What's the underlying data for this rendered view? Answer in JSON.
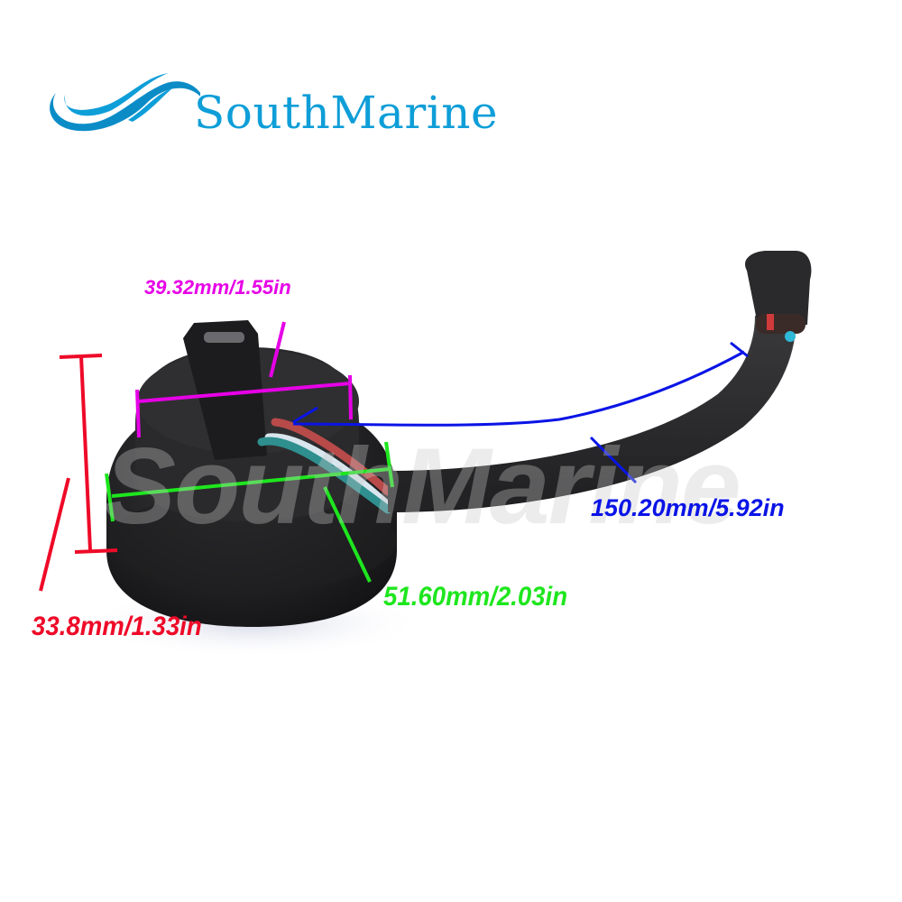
{
  "brand": {
    "name": "SouthMarine",
    "color": "#0e9ed8",
    "logo_icon": "wave-icon"
  },
  "watermark": {
    "text": "SouthMarine"
  },
  "product": {
    "description": "Round black sensor housing with red, white and teal wires and a black cable ending in a connector plug"
  },
  "dimensions": {
    "top_width": {
      "text": "39.32mm/1.55in",
      "color": "#e600e6"
    },
    "cable_length": {
      "text": "150.20mm/5.92in",
      "color": "#0a14e6"
    },
    "base_diameter": {
      "text": "51.60mm/2.03in",
      "color": "#1ee61e"
    },
    "height": {
      "text": "33.8mm/1.33in",
      "color": "#ee0a28"
    }
  }
}
